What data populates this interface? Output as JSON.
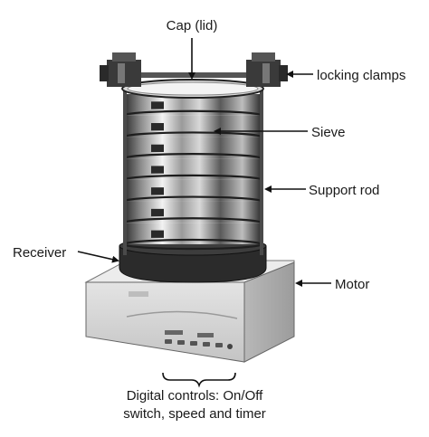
{
  "labels": {
    "cap": "Cap (lid)",
    "clamps": "locking clamps",
    "sieve": "Sieve",
    "rod": "Support rod",
    "receiver": "Receiver",
    "motor": "Motor",
    "controls_line1": "Digital controls: On/Off",
    "controls_line2": "switch, speed and timer"
  },
  "colors": {
    "text": "#1a1a1a",
    "arrow": "#111111",
    "metal_dark": "#3a3a3a",
    "metal_light": "#e6e6e6",
    "base_top": "#e9e9e9",
    "base_front": "#d6d6d6",
    "receiver": "#2b2b2b"
  },
  "sieve_count": 7
}
